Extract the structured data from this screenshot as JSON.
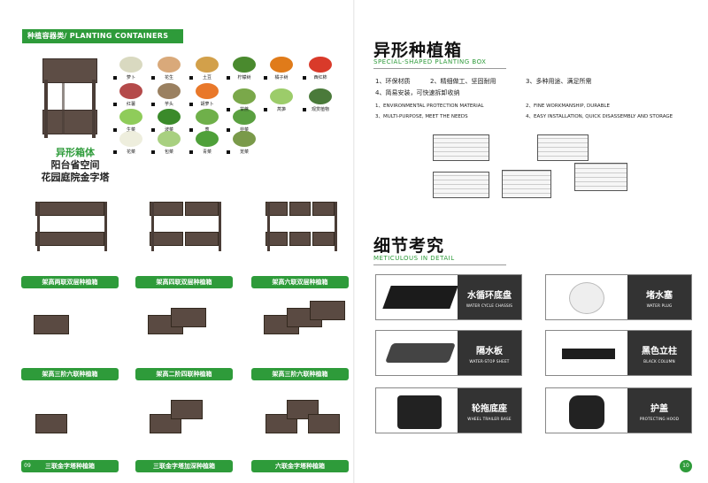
{
  "left_page": {
    "banner": "种植容器类/ PLANTING CONTAINERS",
    "big_box_title_green": "异形箱体",
    "big_box_title_line2": "阳台省空间",
    "big_box_title_line3": "花园庭院金字塔",
    "vegetables": [
      {
        "label": "萝卜",
        "color": "#d9d9c0"
      },
      {
        "label": "花生",
        "color": "#d9a97a"
      },
      {
        "label": "土豆",
        "color": "#d2a04a"
      },
      {
        "label": "柠檬树",
        "color": "#4a8a2e"
      },
      {
        "label": "橘子树",
        "color": "#e07b1a"
      },
      {
        "label": "西红柿",
        "color": "#d93a2a"
      },
      {
        "label": "红薯",
        "color": "#b44a4a"
      },
      {
        "label": "芋头",
        "color": "#9a8060"
      },
      {
        "label": "胡萝卜",
        "color": "#e9782a"
      },
      {
        "label": "甘蔗",
        "color": "#7aa84a"
      },
      {
        "label": "莴笋",
        "color": "#9ccc6a"
      },
      {
        "label": "观赏植物",
        "color": "#4a7a3a"
      },
      {
        "label": "生菜",
        "color": "#8fcc5a"
      },
      {
        "label": "波菜",
        "color": "#3a8a2a"
      },
      {
        "label": "葱",
        "color": "#6fb04a"
      },
      {
        "label": "韭菜",
        "color": "#5aa040"
      },
      {
        "label": "花菜",
        "color": "#eeeedd"
      },
      {
        "label": "包菜",
        "color": "#a8d080"
      },
      {
        "label": "青菜",
        "color": "#4fa03a"
      },
      {
        "label": "苋菜",
        "color": "#7a9a4a"
      }
    ],
    "products": [
      {
        "caption": "架高两联双层种植箱"
      },
      {
        "caption": "架高四联双层种植箱"
      },
      {
        "caption": "架高六联双层种植箱"
      },
      {
        "caption": "架高三阶六联种植箱"
      },
      {
        "caption": "架高二阶四联种植箱"
      },
      {
        "caption": "架高三阶六联种植箱"
      },
      {
        "caption": "三联金字塔种植箱"
      },
      {
        "caption": "三联金字塔加深种植箱"
      },
      {
        "caption": "六联金字塔种植箱"
      }
    ],
    "page_number": "09"
  },
  "right_page": {
    "title": "异形种植箱",
    "subtitle": "SPECIAL-SHAPED PLANTING BOX",
    "features_zh": [
      "1、环保材质",
      "2、精细做工、坚固耐用",
      "3、多种用途、满足所需",
      "4、简易安装，可快速拆卸收纳"
    ],
    "features_en": [
      "1、ENVIRONMENTAL PROTECTION MATERIAL",
      "2、FINE WORKMANSHIP, DURABLE",
      "3、MULTI-PURPOSE, MEET THE NEEDS",
      "4、EASY INSTALLATION, QUICK DISASSEMBLY AND STORAGE"
    ],
    "detail_title": "细节考究",
    "detail_subtitle": "METICULOUS IN DETAIL",
    "details": [
      {
        "zh": "水循环底盘",
        "en": "WATER CYCLE CHASSIS"
      },
      {
        "zh": "堵水塞",
        "en": "WATER PLUG"
      },
      {
        "zh": "隔水板",
        "en": "WATER-STOP SHEET"
      },
      {
        "zh": "黑色立柱",
        "en": "BLACK COLUMN"
      },
      {
        "zh": "轮拖底座",
        "en": "WHEEL TRAILER BASE"
      },
      {
        "zh": "护盖",
        "en": "PROTECTING HOOD"
      }
    ],
    "page_number": "10"
  },
  "colors": {
    "brand_green": "#2e9b3a",
    "box_brown": "#5a4a42",
    "dark_panel": "#333333"
  }
}
